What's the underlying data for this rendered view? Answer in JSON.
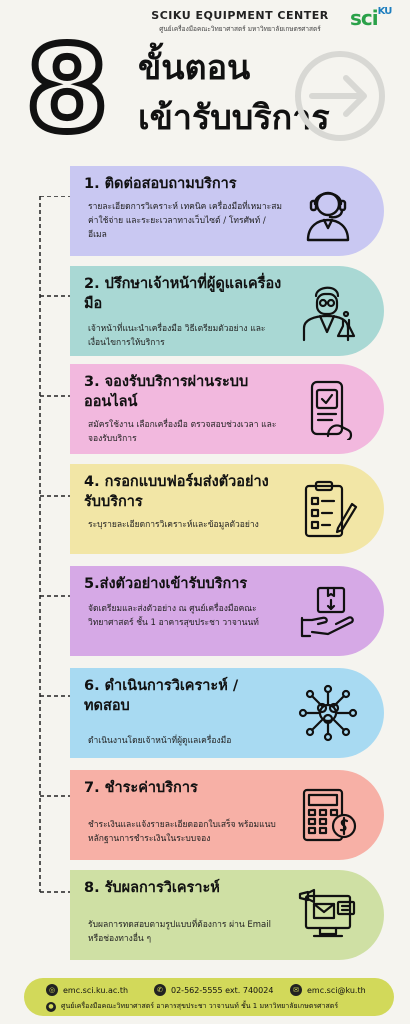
{
  "header": {
    "brand_title": "SCIKU EQUIPMENT CENTER",
    "brand_subtitle": "ศูนย์เครื่องมือคณะวิทยาศาสตร์ มหาวิทยาลัยเกษตรศาสตร์",
    "logo_text": "sci",
    "logo_suffix": "KU",
    "big_number": "8",
    "title_line1": "ขั้นตอน",
    "title_line2": "เข้ารับบริการ"
  },
  "steps": [
    {
      "title": "1. ติดต่อสอบถามบริการ",
      "desc": "รายละเอียดการวิเคราะห์ เทคนิค เครื่องมือที่เหมาะสม ค่าใช้จ่าย และระยะเวลาทางเว็บไซต์ / โทรศัพท์ / อีเมล",
      "color": "#c9c8f2",
      "icon": "headset-icon"
    },
    {
      "title": "2. ปรึกษาเจ้าหน้าที่ผู้ดูแลเครื่องมือ",
      "desc": "เจ้าหน้าที่แนะนำเครื่องมือ วิธีเตรียมตัวอย่าง และเงื่อนไขการให้บริการ",
      "color": "#a9d8d4",
      "icon": "scientist-icon"
    },
    {
      "title": "3. จองรับบริการผ่านระบบออนไลน์",
      "desc": "สมัครใช้งาน เลือกเครื่องมือ ตรวจสอบช่วงเวลา และจองรับบริการ",
      "color": "#f2b8de",
      "icon": "mobile-booking-icon"
    },
    {
      "title": "4. กรอกแบบฟอร์มส่งตัวอย่างรับบริการ",
      "desc": "ระบุรายละเอียดการวิเคราะห์และข้อมูลตัวอย่าง",
      "color": "#f2e6a6",
      "icon": "clipboard-form-icon"
    },
    {
      "title": "5.ส่งตัวอย่างเข้ารับบริการ",
      "desc": "จัดเตรียมและส่งตัวอย่าง ณ ศูนย์เครื่องมือคณะวิทยาศาสตร์ ชั้น 1 อาคารสุขประชา วาจานนท์",
      "color": "#d6a9e6",
      "icon": "package-hand-icon"
    },
    {
      "title": "6. ดำเนินการวิเคราะห์ / ทดสอบ",
      "desc": "ดำเนินงานโดยเจ้าหน้าที่ผู้ดูแลเครื่องมือ",
      "color": "#a8daf2",
      "icon": "molecule-icon"
    },
    {
      "title": "7. ชำระค่าบริการ",
      "desc": "ชำระเงินและแจ้งรายละเอียดออกใบเสร็จ พร้อมแนบหลักฐานการชำระเงินในระบบจอง",
      "color": "#f7b0a6",
      "icon": "calculator-payment-icon"
    },
    {
      "title": "8. รับผลการวิเคราะห์",
      "desc": "รับผลการทดสอบตามรูปแบบที่ต้องการ ผ่าน Email หรือช่องทางอื่น ๆ",
      "color": "#cfe0a4",
      "icon": "email-result-icon"
    }
  ],
  "footer": {
    "website": "emc.sci.ku.ac.th",
    "phone": "02-562-5555 ext. 740024",
    "email": "emc.sci@ku.th",
    "address": "ศูนย์เครื่องมือคณะวิทยาศาสตร์ อาคารสุขประชา วาจานนท์ ชั้น 1 มหาวิทยาลัยเกษตรศาสตร์",
    "color": "#d2d95a"
  }
}
